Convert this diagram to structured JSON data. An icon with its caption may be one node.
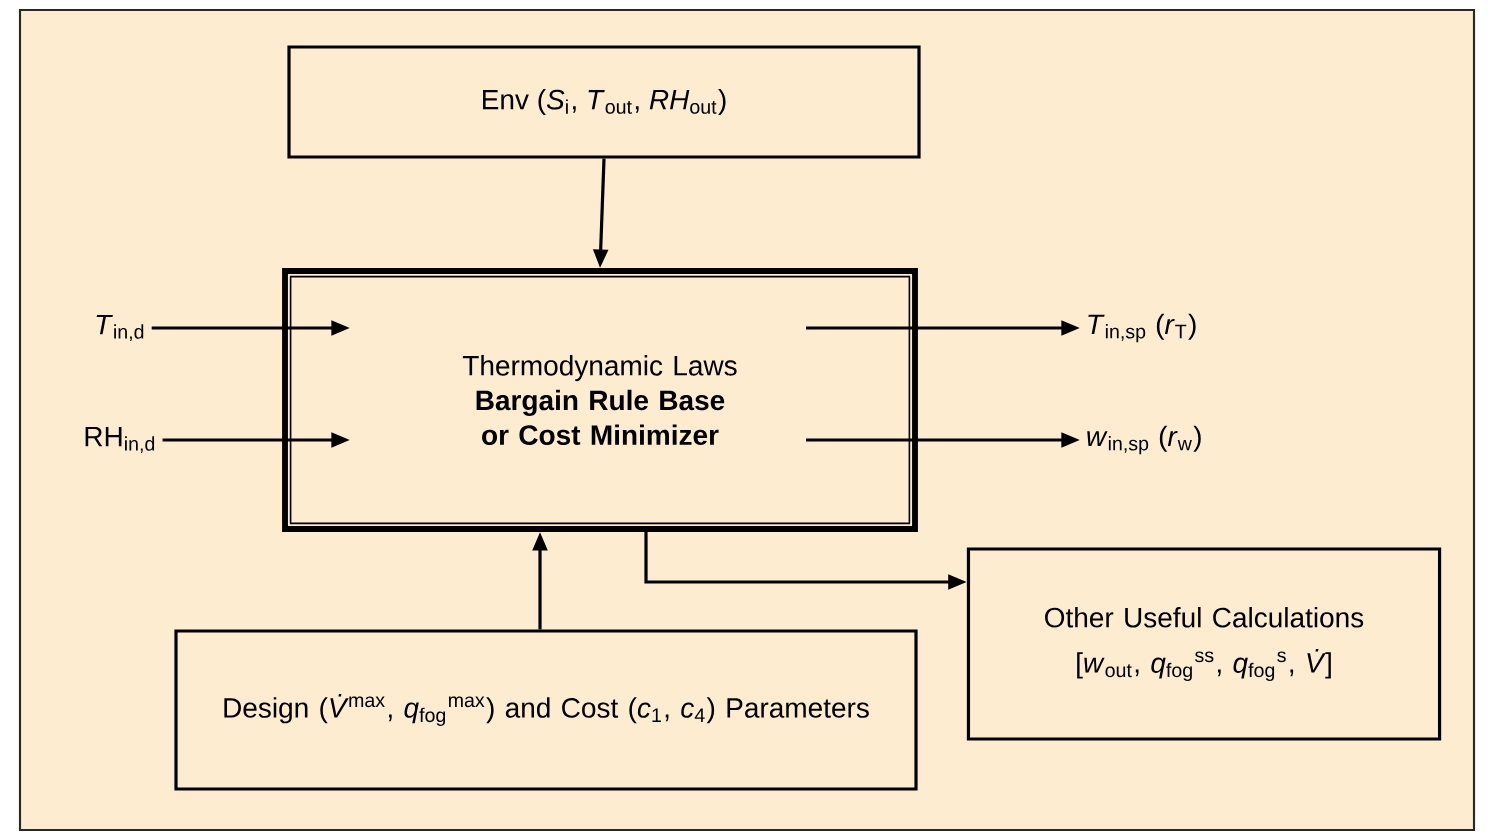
{
  "diagram": {
    "nodes": [
      {
        "text": [
          "Env (*S*$_{i}$, *T*$_{out}$, *RH*$_{out}$)"
        ]
      },
      {
        "text": [
          "Thermodynamic Laws",
          "Bargain Rule Base or Cost Minimizer"
        ]
      },
      {
        "text": [
          "*T*$_{in,d}$"
        ]
      },
      {
        "text": [
          "RH$_{in,d}$"
        ]
      },
      {
        "text": [
          "*T*$_{in,sp}$ (*r*$_{T}$)"
        ]
      },
      {
        "text": [
          "*w*$_{in,sp}$ (*r*$_{w}$)"
        ]
      },
      {
        "text": [
          "Design (*V̇*$^{max}$, *q*$_{fog}$$^{max}$) and Cost (*c*$_{1}$, *c*$_{4}$) Parameters"
        ]
      },
      {
        "text": [
          "Other Useful Calculations",
          "[*w*$_{out}$, *q*$_{fog}$$^{ss}$, *q*$_{fog}$$^{s}$, *V̇*]"
        ]
      }
    ],
    "edges": [
      {
        "from": 0,
        "to": 1,
        "arrow": "to"
      },
      {
        "from": 2,
        "to": 1,
        "arrow": "to"
      },
      {
        "from": 3,
        "to": 1,
        "arrow": "to"
      },
      {
        "from": 1,
        "to": 4,
        "arrow": "to"
      },
      {
        "from": 1,
        "to": 5,
        "arrow": "to"
      },
      {
        "from": 6,
        "to": 1,
        "arrow": "to"
      },
      {
        "from": 1,
        "to": 7,
        "arrow": "to"
      }
    ]
  }
}
